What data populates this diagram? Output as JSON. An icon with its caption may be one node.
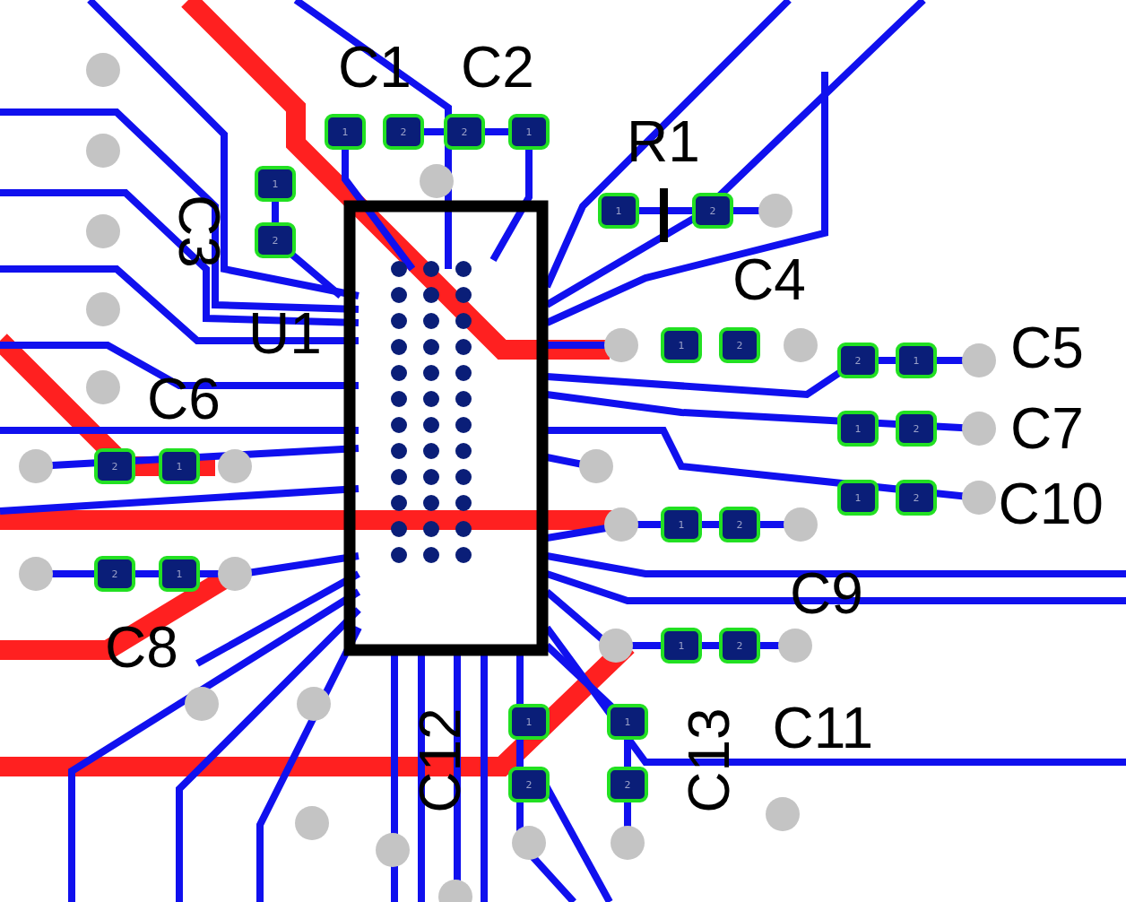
{
  "diagram": {
    "labels": [
      "C1",
      "C2",
      "1",
      "2",
      "2",
      "1",
      "R1",
      "C3",
      "1",
      "2",
      "1",
      "2",
      "C4",
      "U1",
      "1",
      "2",
      "C5",
      "2",
      "1",
      "C6",
      "C7",
      "1",
      "2",
      "2",
      "1",
      "C10",
      "1",
      "2",
      "1",
      "2",
      "2",
      "1",
      "C9",
      "C8",
      "1",
      "2",
      "1",
      "C11",
      "C12",
      "C13",
      "1",
      "2",
      "2"
    ]
  }
}
